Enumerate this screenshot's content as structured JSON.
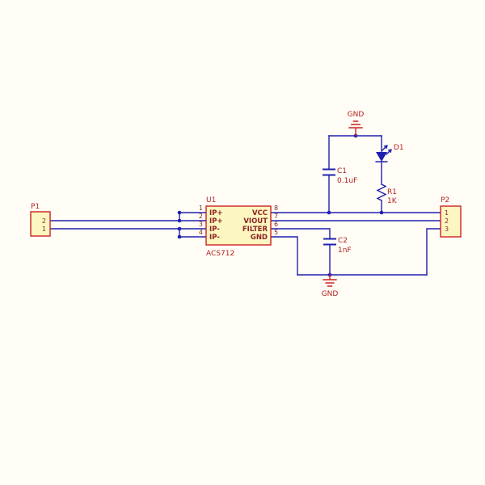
{
  "colors": {
    "background": "#fffdf5",
    "wire": "#2020b0",
    "outline": "#cc2222",
    "fill": "#fcf6c0",
    "ref_text": "#b22222",
    "pin_text": "#8b2323"
  },
  "components": {
    "p1": {
      "ref": "P1",
      "pin_top": "2",
      "pin_bottom": "1"
    },
    "u1": {
      "ref": "U1",
      "value": "ACS712",
      "pins_left": [
        {
          "num": "1",
          "name": "IP+"
        },
        {
          "num": "2",
          "name": "IP+"
        },
        {
          "num": "3",
          "name": "IP-"
        },
        {
          "num": "4",
          "name": "IP-"
        }
      ],
      "pins_right": [
        {
          "num": "8",
          "name": "VCC"
        },
        {
          "num": "7",
          "name": "VIOUT"
        },
        {
          "num": "6",
          "name": "FILTER"
        },
        {
          "num": "5",
          "name": "GND"
        }
      ]
    },
    "c1": {
      "ref": "C1",
      "value": "0.1uF"
    },
    "c2": {
      "ref": "C2",
      "value": "1nF"
    },
    "r1": {
      "ref": "R1",
      "value": "1K"
    },
    "d1": {
      "ref": "D1"
    },
    "p2": {
      "ref": "P2",
      "pins": [
        "1",
        "2",
        "3"
      ]
    },
    "gnd_top": {
      "label": "GND"
    },
    "gnd_bottom": {
      "label": "GND"
    }
  }
}
